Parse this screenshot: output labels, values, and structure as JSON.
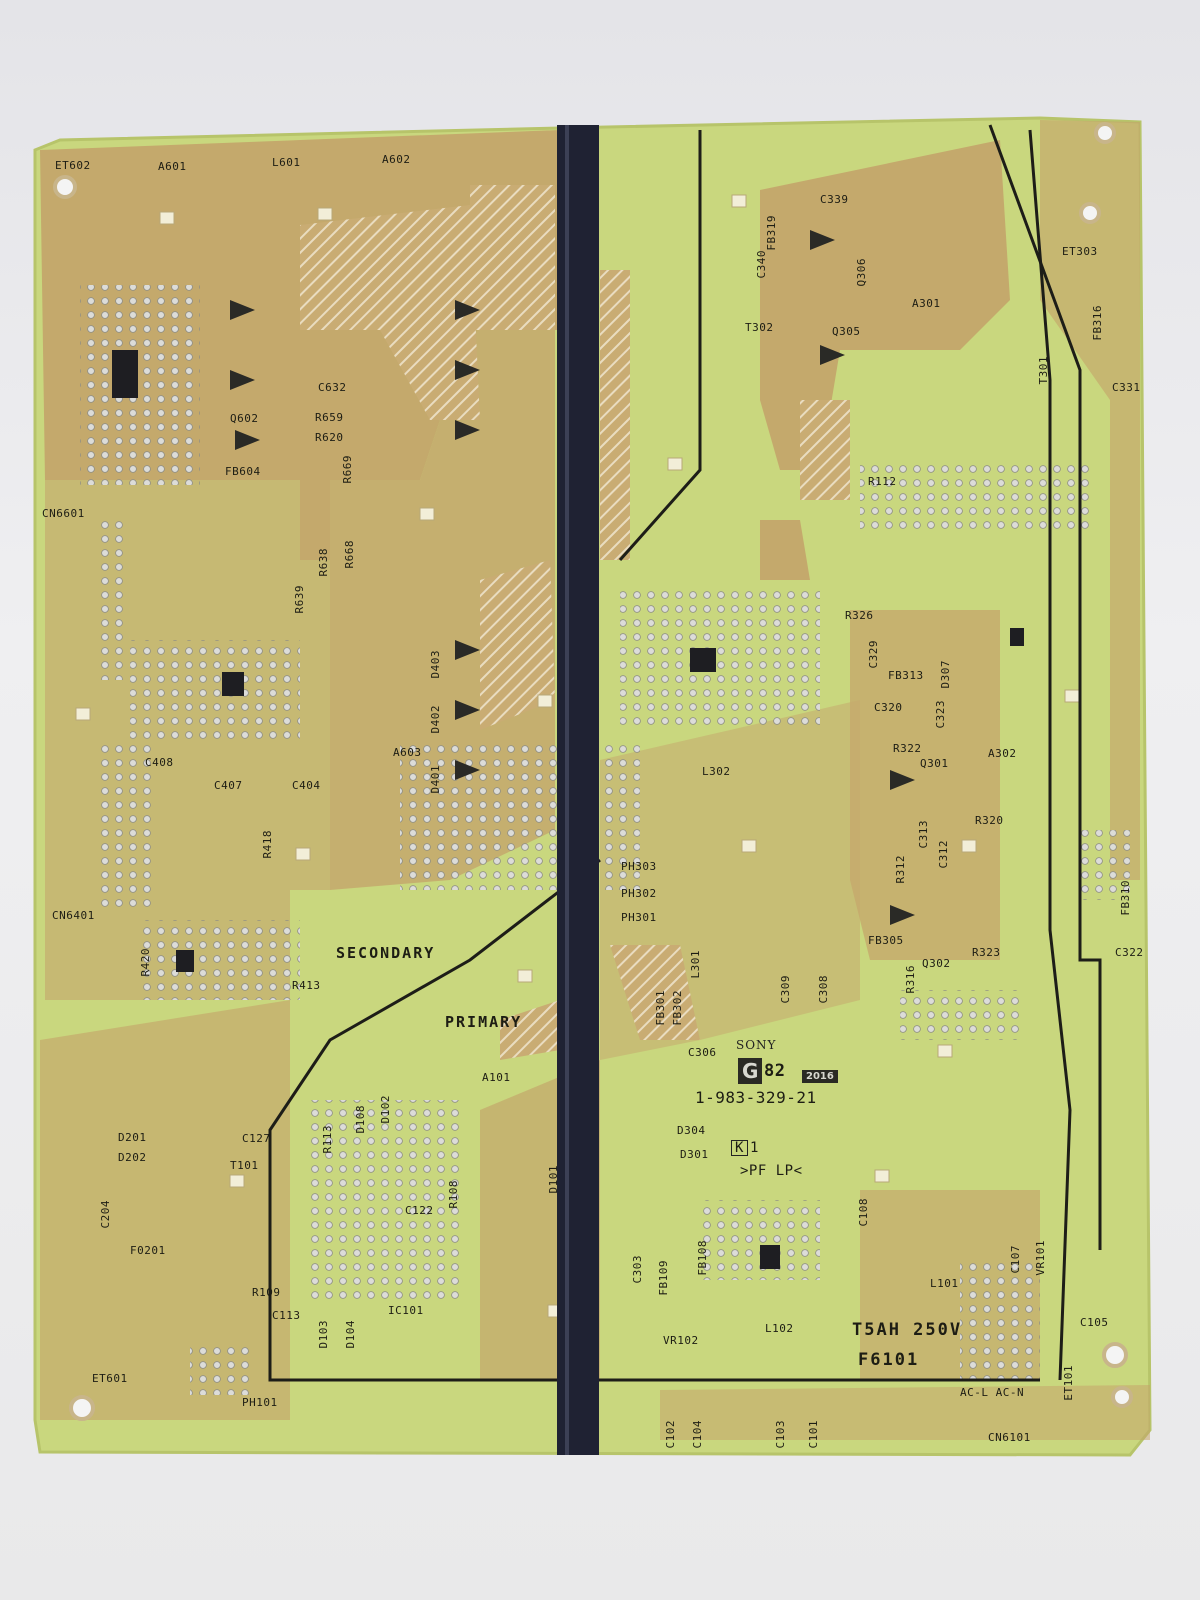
{
  "scene": {
    "subject": "pcb-power-board",
    "colors": {
      "background": "#e8e8ea",
      "board": "#c9d77e",
      "copper": "#c4a56b",
      "copper_dark": "#a88a55",
      "tape": "#1f2233",
      "silkscreen": "#1d1d14"
    }
  },
  "markings": {
    "brand": "SONY",
    "g_mark": "G",
    "g_number": "82",
    "year": "2016",
    "part_number": "1-983-329-21",
    "k_code": "K",
    "k_value": "1",
    "material": ">PF LP<",
    "fuse_rating": "T5AH 250V",
    "fuse_ref": "F6101",
    "ac_terminals": "AC-L AC-N",
    "secondary": "SECONDARY",
    "primary": "PRIMARY"
  },
  "labels": [
    "ET602",
    "A601",
    "L601",
    "A602",
    "ET303",
    "A301",
    "Q305",
    "T302",
    "T301",
    "C331",
    "Q602",
    "C632",
    "R659",
    "R620",
    "R669",
    "CN6601",
    "R668",
    "R638",
    "R639",
    "A603",
    "D403",
    "D402",
    "D401",
    "C408",
    "C407",
    "C404",
    "R418",
    "CN6401",
    "R420",
    "R413",
    "PH303",
    "PH302",
    "PH301",
    "L302",
    "A302",
    "Q301",
    "R322",
    "R320",
    "C320",
    "FB313",
    "D307",
    "C329",
    "R326",
    "R312",
    "Q302",
    "R323",
    "FB305",
    "C322",
    "FB310",
    "C309",
    "C308",
    "L301",
    "C306",
    "FB302",
    "FB301",
    "A101",
    "D304",
    "D301",
    "D201",
    "D202",
    "T101",
    "C127",
    "R113",
    "D108",
    "D102",
    "C122",
    "R108",
    "R109",
    "C113",
    "D103",
    "D104",
    "IC101",
    "D101",
    "C303",
    "FB109",
    "FB108",
    "VR102",
    "L102",
    "L101",
    "C108",
    "C107",
    "VR101",
    "C105",
    "ET101",
    "ET601",
    "PH101",
    "C102",
    "C104",
    "C103",
    "C101",
    "CN6101",
    "R112",
    "Q306",
    "C339",
    "FB319",
    "C340",
    "FB316",
    "C313",
    "C312",
    "R316",
    "C204",
    "F0201",
    "FB604",
    "C323"
  ]
}
